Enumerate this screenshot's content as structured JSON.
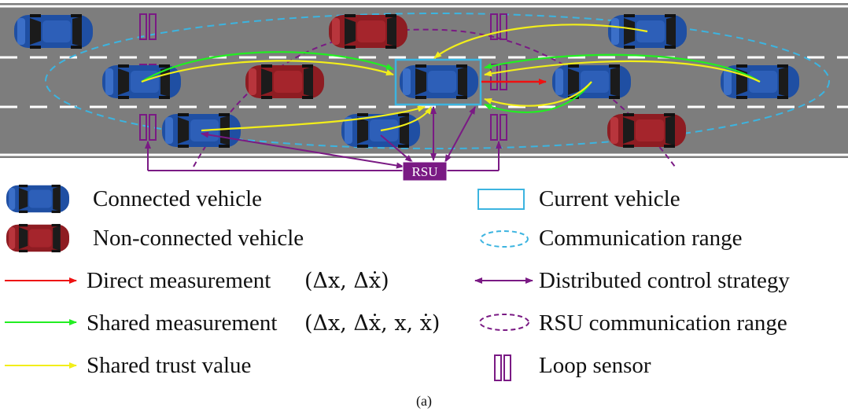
{
  "rsu_label": "RSU",
  "caption": "(a)",
  "colors": {
    "road": "#7d7d7d",
    "connected_vehicle": "#1f4fa3",
    "non_connected_vehicle": "#8e1c22",
    "current_vehicle_box": "#3cb4e0",
    "communication_range": "#3cb4e0",
    "direct_measurement": "#ee1111",
    "shared_measurement": "#22ee22",
    "shared_trust_value": "#f2ee1a",
    "distributed_control": "#7a1a84",
    "rsu": "#7a1a84",
    "loop_sensor": "#7a1a84"
  },
  "legend": {
    "connected_vehicle": "Connected vehicle",
    "non_connected_vehicle": "Non-connected vehicle",
    "direct_measurement": "Direct measurement",
    "direct_measurement_math": "(Δx, Δẋ)",
    "shared_measurement": "Shared measurement",
    "shared_measurement_math": "(Δx, Δẋ, x, ẋ)",
    "shared_trust_value": "Shared trust value",
    "current_vehicle": "Current vehicle",
    "communication_range": "Communication range",
    "distributed_control": "Distributed control strategy",
    "rsu_range": "RSU communication range",
    "loop_sensor": "Loop sensor"
  }
}
